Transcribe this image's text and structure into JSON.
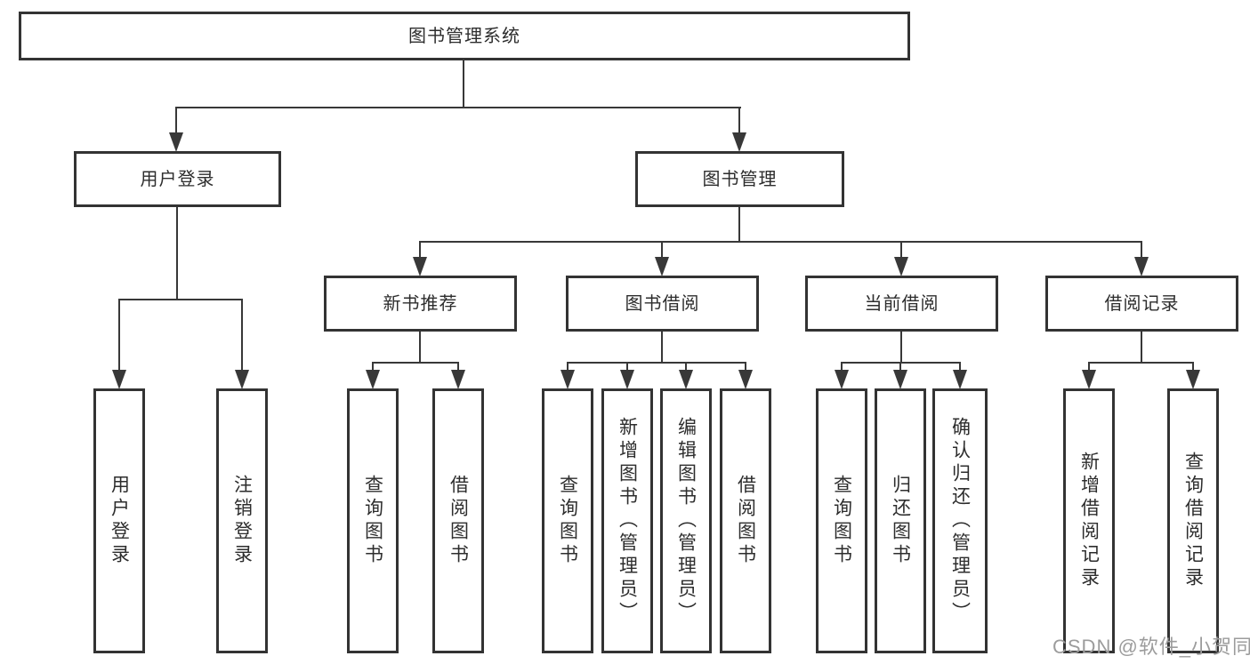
{
  "tree": {
    "label": "图书管理系统",
    "children": [
      {
        "label": "用户登录",
        "children": [
          {
            "label": "用户登录"
          },
          {
            "label": "注销登录"
          }
        ]
      },
      {
        "label": "图书管理",
        "children": [
          {
            "label": "新书推荐",
            "children": [
              {
                "label": "查询图书"
              },
              {
                "label": "借阅图书"
              }
            ]
          },
          {
            "label": "图书借阅",
            "children": [
              {
                "label": "查询图书"
              },
              {
                "label": "新增图书（管理员）"
              },
              {
                "label": "编辑图书（管理员）"
              },
              {
                "label": "借阅图书"
              }
            ]
          },
          {
            "label": "当前借阅",
            "children": [
              {
                "label": "查询图书"
              },
              {
                "label": "归还图书"
              },
              {
                "label": "确认归还（管理员）"
              }
            ]
          },
          {
            "label": "借阅记录",
            "children": [
              {
                "label": "新增借阅记录"
              },
              {
                "label": "查询借阅记录"
              }
            ]
          }
        ]
      }
    ]
  },
  "watermark": "CSDN @软件_小贺同学",
  "colors": {
    "line": "#383838",
    "box_border": "#333333",
    "text": "#2d2d2d",
    "watermark": "#9c9c9c",
    "background": "#ffffff"
  }
}
